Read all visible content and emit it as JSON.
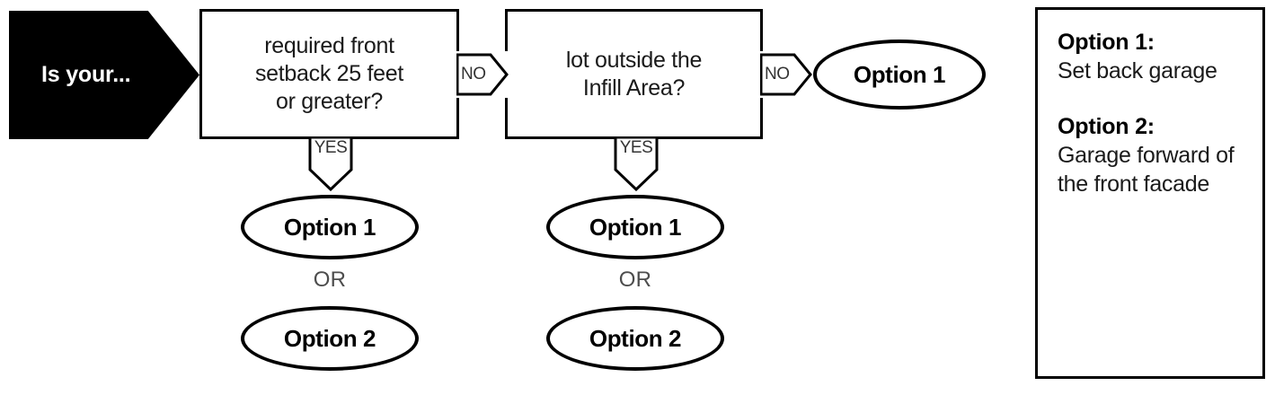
{
  "diagram": {
    "title_shape_label": "Is your...",
    "decisions": [
      {
        "id": "setback",
        "text": "required front setback 25 feet or greater?",
        "line1": "required front",
        "line2": "setback 25 feet",
        "line3": "or greater?"
      },
      {
        "id": "infill",
        "text": "lot outside the Infill Area?",
        "line1": "lot outside the",
        "line2": "Infill Area?"
      }
    ],
    "connectors": {
      "no_label": "NO",
      "yes_label": "YES",
      "or_label": "OR"
    },
    "outcomes": {
      "option1": "Option 1",
      "option2": "Option 2"
    },
    "branch_a": {
      "source": "required front setback 25 feet or greater?",
      "condition": "YES",
      "results": [
        "Option 1",
        "Option 2"
      ],
      "separator": "OR"
    },
    "branch_b": {
      "source": "lot outside the Infill Area?",
      "condition": "YES",
      "results": [
        "Option 1",
        "Option 2"
      ],
      "separator": "OR"
    },
    "branch_c": {
      "source": "lot outside the Infill Area?",
      "condition": "NO",
      "results": [
        "Option 1"
      ]
    }
  },
  "legend": {
    "items": [
      {
        "title": "Option 1:",
        "description": "Set back garage"
      },
      {
        "title": "Option 2:",
        "description": "Garage forward of the front facade"
      }
    ]
  },
  "colors": {
    "stroke": "#000000",
    "fill": "#ffffff",
    "start_fill": "#000000",
    "start_text": "#ffffff",
    "body_text": "#1a1a1a",
    "muted_text": "#4d4d4d"
  }
}
